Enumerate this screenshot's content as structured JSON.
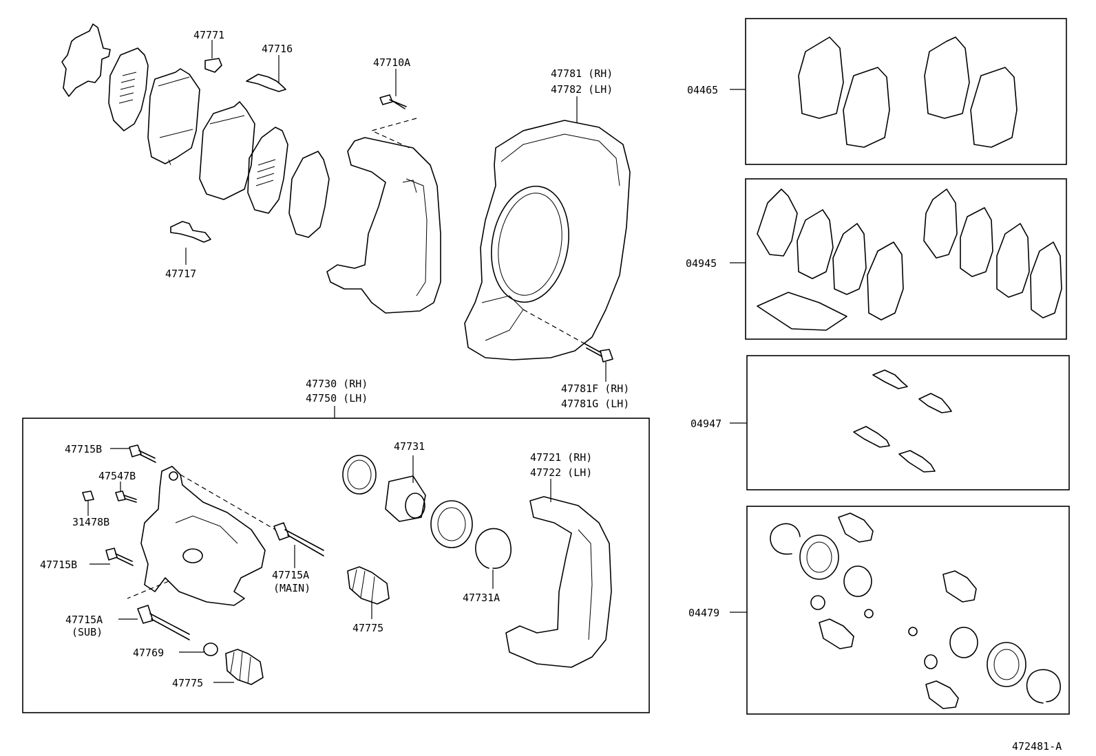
{
  "labels": {
    "p47771": "47771",
    "p47716": "47716",
    "p47710a": "47710A",
    "p47781_rh": "47781 (RH)",
    "p47782_lh": "47782 (LH)",
    "p47717": "47717",
    "p47781f_rh": "47781F (RH)",
    "p47781g_lh": "47781G (LH)",
    "p47730_rh": "47730 (RH)",
    "p47750_lh": "47750 (LH)",
    "p47715b_top": "47715B",
    "p47547b": "47547B",
    "p31478b": "31478B",
    "p47715b_mid": "47715B",
    "p47715a_main": "47715A",
    "p47715a_main_note": "(MAIN)",
    "p47715a_sub": "47715A",
    "p47715a_sub_note": "(SUB)",
    "p47769": "47769",
    "p47775_left": "47775",
    "p47731": "47731",
    "p47775_mid": "47775",
    "p47721_rh": "47721 (RH)",
    "p47722_lh": "47722 (LH)",
    "p47731a": "47731A",
    "k04465": "04465",
    "k04945": "04945",
    "k04947": "04947",
    "k04479": "04479",
    "diagram_id": "472481-A"
  }
}
